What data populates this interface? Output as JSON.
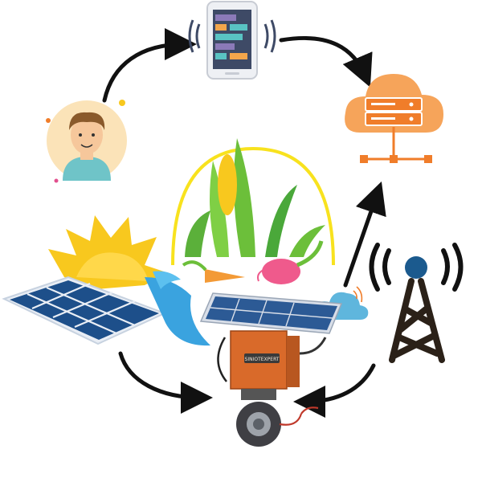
{
  "diagram": {
    "nodes": [
      {
        "id": "user",
        "icon": "user-avatar-icon"
      },
      {
        "id": "phone",
        "icon": "smartphone-app-icon"
      },
      {
        "id": "cloud-server",
        "icon": "cloud-server-icon"
      },
      {
        "id": "tower",
        "icon": "cell-tower-icon"
      },
      {
        "id": "controller",
        "icon": "solar-valve-controller-icon"
      },
      {
        "id": "solar",
        "icon": "solar-panel-sun-icon"
      },
      {
        "id": "crops",
        "icon": "crops-vegetables-icon"
      }
    ],
    "flows": [
      {
        "from": "user",
        "to": "phone"
      },
      {
        "from": "phone",
        "to": "cloud-server"
      },
      {
        "from": "tower",
        "to": "cloud-server"
      },
      {
        "from": "tower",
        "to": "controller"
      },
      {
        "from": "solar",
        "to": "controller"
      }
    ],
    "device_label": "SINIOTEXPERT"
  },
  "colors": {
    "arrow": "#111111",
    "cloud_orange": "#f6a45a",
    "server_orange": "#f07d2a",
    "panel_blue": "#1d4f8a",
    "tower_dark": "#2b2118",
    "tower_blue": "#1b5a8e",
    "sun_yellow": "#f8c81e",
    "leaf_green": "#6cbf3a",
    "box_orange": "#d96a2a",
    "skin": "#f6c79b",
    "shirt": "#6fc4c8"
  }
}
